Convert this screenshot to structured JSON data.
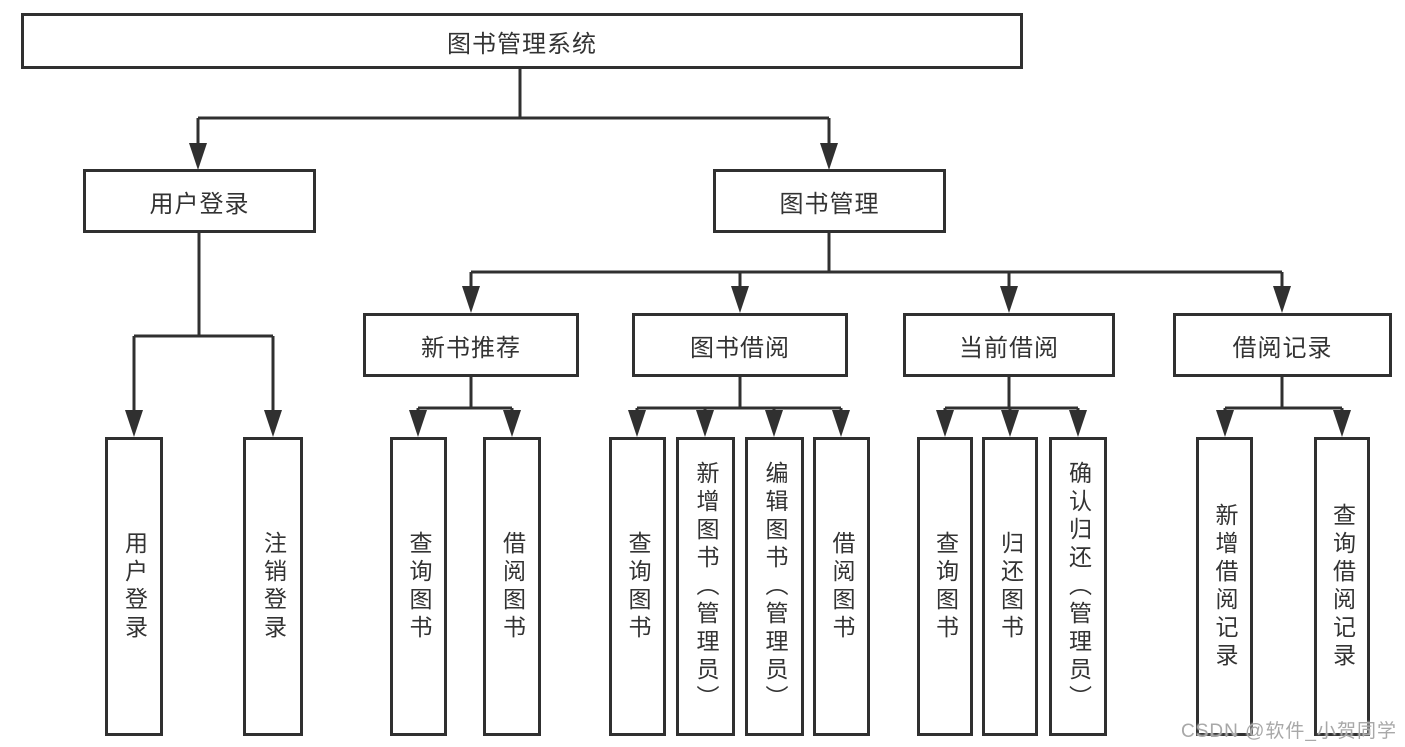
{
  "tree": {
    "label": "图书管理系统",
    "children": [
      {
        "label": "用户登录",
        "children": [
          {
            "label": "用户登录"
          },
          {
            "label": "注销登录"
          }
        ]
      },
      {
        "label": "图书管理",
        "children": [
          {
            "label": "新书推荐",
            "children": [
              {
                "label": "查询图书"
              },
              {
                "label": "借阅图书"
              }
            ]
          },
          {
            "label": "图书借阅",
            "children": [
              {
                "label": "查询图书"
              },
              {
                "label": "新增图书（管理员）"
              },
              {
                "label": "编辑图书（管理员）"
              },
              {
                "label": "借阅图书"
              }
            ]
          },
          {
            "label": "当前借阅",
            "children": [
              {
                "label": "查询图书"
              },
              {
                "label": "归还图书"
              },
              {
                "label": "确认归还（管理员）"
              }
            ]
          },
          {
            "label": "借阅记录",
            "children": [
              {
                "label": "新增借阅记录"
              },
              {
                "label": "查询借阅记录"
              }
            ]
          }
        ]
      }
    ]
  },
  "watermark": "CSDN @软件_小贺同学",
  "colors": {
    "line": "#303030",
    "text": "#333333",
    "background": "#ffffff",
    "watermark": "#a8a8a8"
  }
}
